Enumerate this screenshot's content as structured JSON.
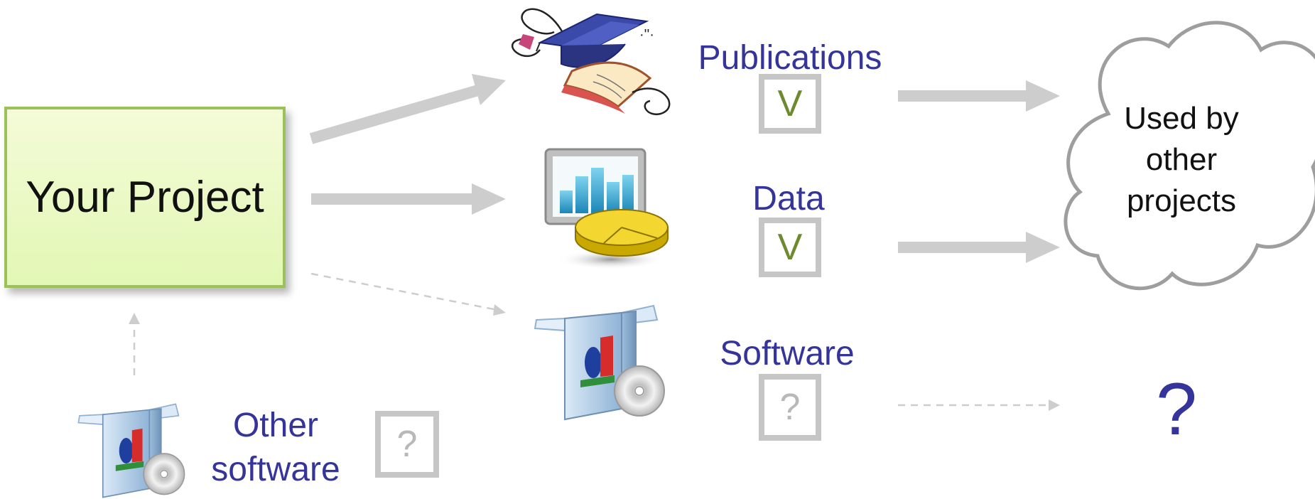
{
  "project": {
    "title": "Your Project"
  },
  "outputs": {
    "publications": {
      "label": "Publications",
      "status": "V"
    },
    "data": {
      "label": "Data",
      "status": "V"
    },
    "software": {
      "label": "Software",
      "status": "?"
    }
  },
  "other_software": {
    "label": "Other\nsoftware",
    "status": "?"
  },
  "reuse": {
    "text": "Used by\nother\nprojects",
    "unknown": "?"
  },
  "colors": {
    "label": "#35349a",
    "check": "#6e8a2e",
    "arrow": "#cdcdcd",
    "box_border": "#c6c6c6",
    "project_fill": "#e6f8bd",
    "project_border": "#9cc05a",
    "cloud_border": "#9e9e9e"
  },
  "icons": {
    "publications": "graduation-cap-book-icon",
    "data": "chart-monitor-icon",
    "software": "software-box-icon",
    "other_software": "software-box-icon"
  }
}
